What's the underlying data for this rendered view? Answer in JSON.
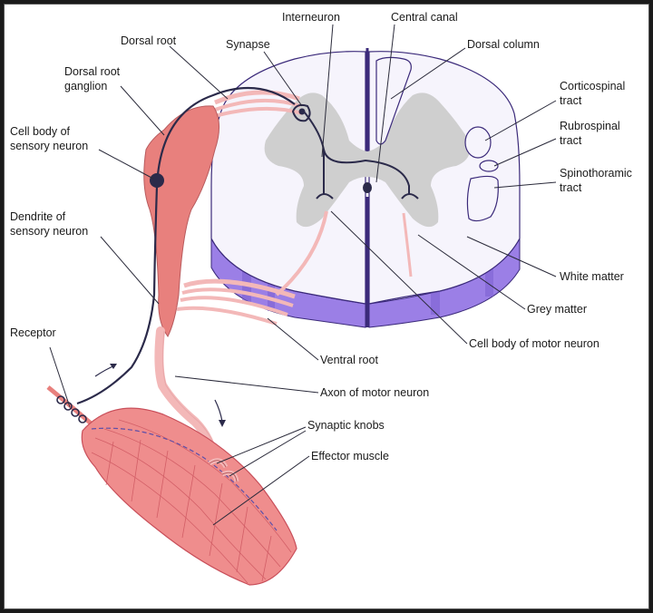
{
  "labels": {
    "interneuron": "Interneuron",
    "central_canal": "Central canal",
    "dorsal_root": "Dorsal root",
    "synapse": "Synapse",
    "dorsal_column": "Dorsal column",
    "dorsal_root_ganglion_1": "Dorsal root",
    "dorsal_root_ganglion_2": "ganglion",
    "corticospinal_1": "Corticospinal",
    "corticospinal_2": "tract",
    "cell_body_sensory_1": "Cell body of",
    "cell_body_sensory_2": "sensory neuron",
    "rubrospinal_1": "Rubrospinal",
    "rubrospinal_2": "tract",
    "spinothoramic_1": "Spinothoramic",
    "spinothoramic_2": "tract",
    "dendrite_1": "Dendrite of",
    "dendrite_2": "sensory neuron",
    "white_matter": "White matter",
    "grey_matter": "Grey matter",
    "receptor": "Receptor",
    "cell_body_motor": "Cell body of motor neuron",
    "ventral_root": "Ventral root",
    "axon_motor": "Axon of motor neuron",
    "synaptic_knobs": "Synaptic knobs",
    "effector_muscle": "Effector muscle"
  },
  "colors": {
    "white_matter_side": "#9b7fe6",
    "white_matter_top": "#f4f2fb",
    "grey_matter": "#cfcfcf",
    "outline": "#3b2a7a",
    "nerve_pink": "#f3b8b8",
    "ganglion_red": "#e8807d",
    "muscle": "#ef8d8d",
    "muscle_line": "#c94f5a",
    "neuron_dark": "#2b2a4a"
  }
}
